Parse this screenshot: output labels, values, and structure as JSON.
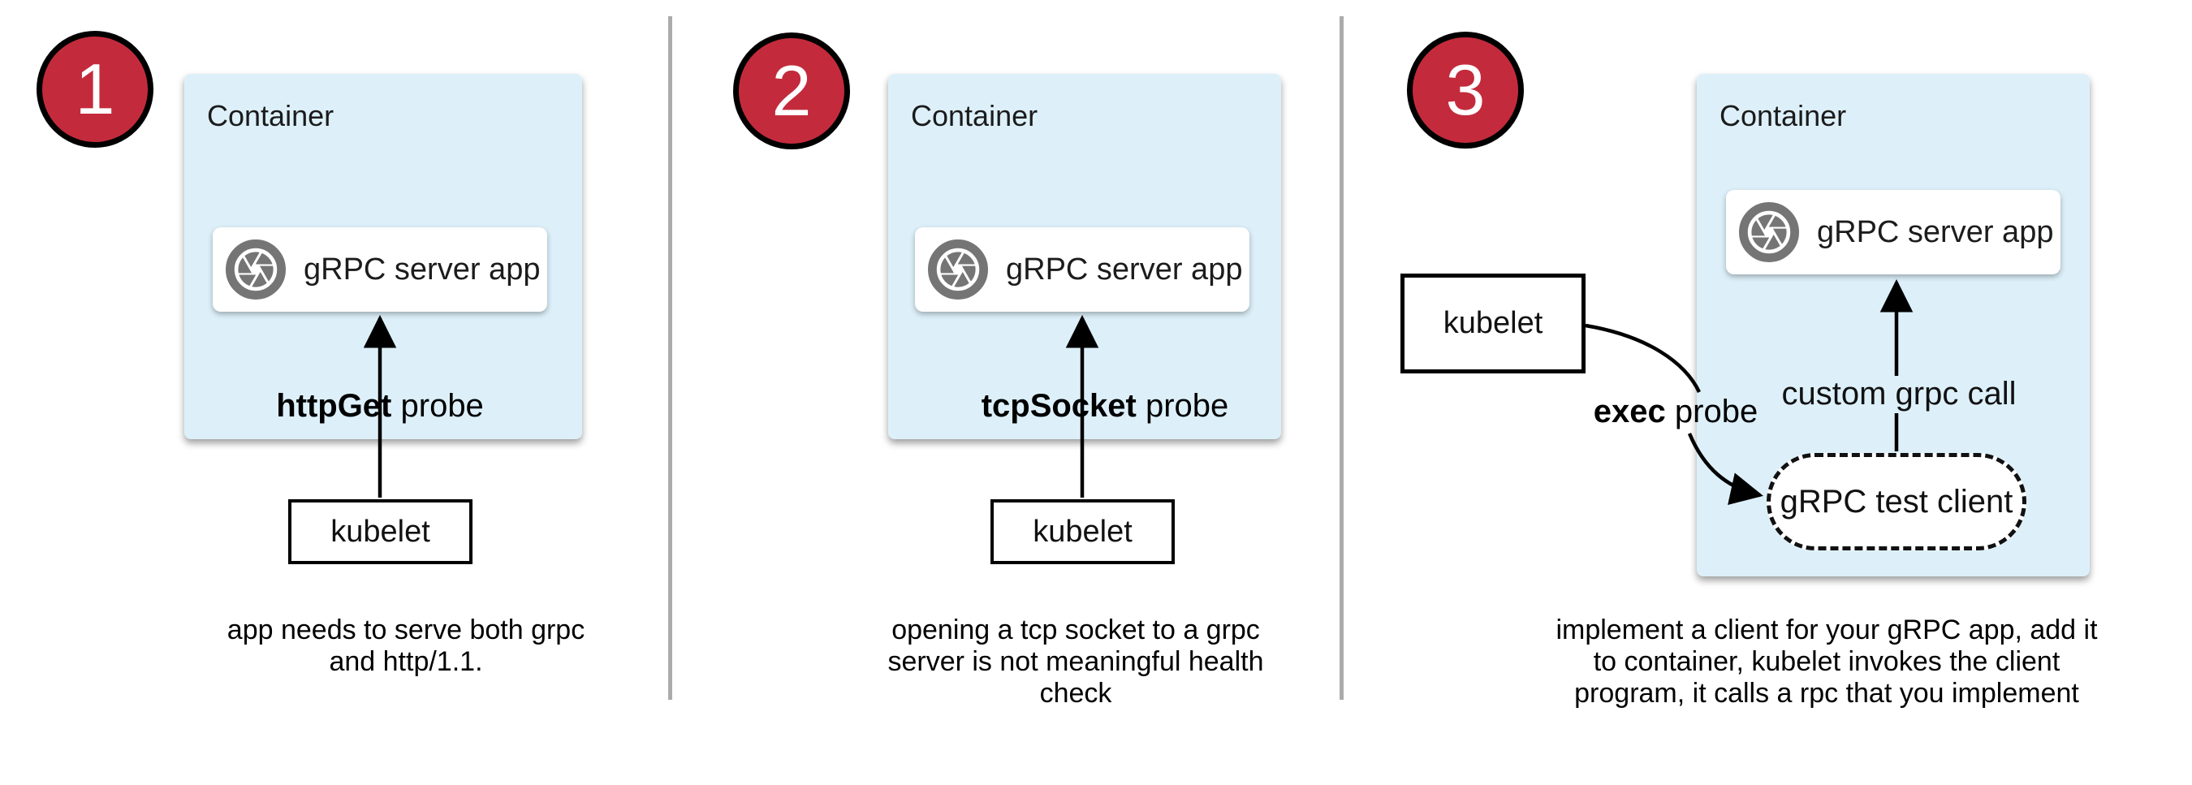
{
  "colors": {
    "container_fill": "#DDF0FA",
    "badge_red": "#C32B3C",
    "icon_gray": "#757575",
    "divider_gray": "#ABABAB",
    "line_black": "#000000"
  },
  "icons": {
    "app_icon": "aperture-icon"
  },
  "panels": [
    {
      "badge": "1",
      "container_label": "Container",
      "app_label": "gRPC server app",
      "probe_label_bold": "httpGet",
      "probe_label_rest": "probe",
      "kubelet_label": "kubelet",
      "caption_lines": [
        "app needs to serve both grpc",
        "and http/1.1."
      ]
    },
    {
      "badge": "2",
      "container_label": "Container",
      "app_label": "gRPC server app",
      "probe_label_bold": "tcpSocket",
      "probe_label_rest": "probe",
      "kubelet_label": "kubelet",
      "caption_lines": [
        "opening a tcp socket to a grpc",
        "server is not meaningful health",
        "check"
      ]
    },
    {
      "badge": "3",
      "container_label": "Container",
      "app_label": "gRPC server app",
      "probe_label_bold": "exec",
      "probe_label_rest": "probe",
      "kubelet_label": "kubelet",
      "custom_call_label": "custom grpc call",
      "test_client_label": "gRPC test client",
      "caption_lines": [
        "implement a client for your gRPC app, add it",
        "to container, kubelet invokes the client",
        "program, it calls a rpc that you implement"
      ]
    }
  ]
}
